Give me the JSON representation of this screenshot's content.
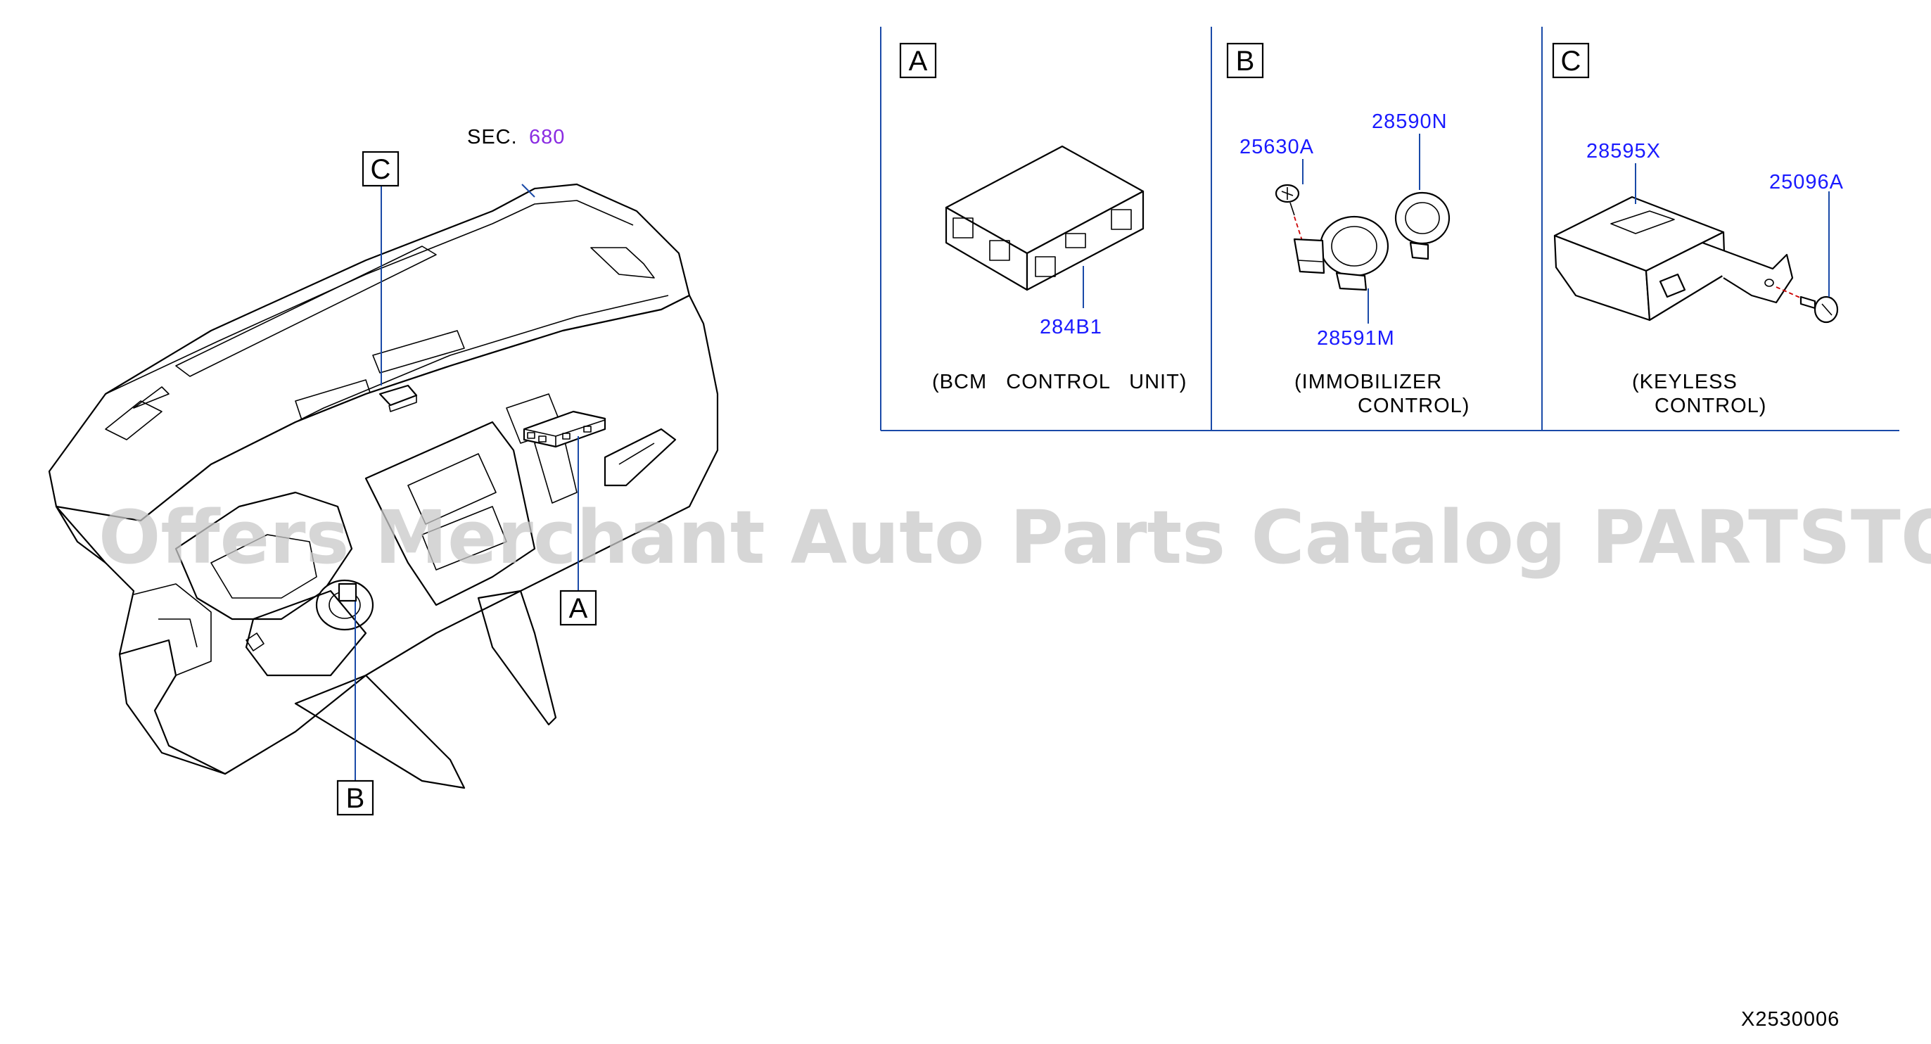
{
  "diagram": {
    "section_ref": {
      "prefix": "SEC.",
      "number": "680"
    },
    "callouts": [
      "A",
      "B",
      "C"
    ],
    "panels": [
      {
        "letter": "A",
        "parts": [
          "284B1"
        ],
        "caption_line1": "(BCM   CONTROL   UNIT)",
        "caption_line2": ""
      },
      {
        "letter": "B",
        "parts": [
          "25630A",
          "28590N",
          "28591M"
        ],
        "caption_line1": "(IMMOBILIZER",
        "caption_line2": "CONTROL)"
      },
      {
        "letter": "C",
        "parts": [
          "28595X",
          "25096A"
        ],
        "caption_line1": "(KEYLESS",
        "caption_line2": "CONTROL)"
      }
    ],
    "drawing_number": "X2530006",
    "watermark": "Offers Merchant Auto Parts Catalog PARTSTORE.SA"
  },
  "colors": {
    "part_number": "#1a1aff",
    "section_number": "#8a2be2",
    "leader": "#1a4aa8",
    "watermark": "#c8c8c8"
  }
}
